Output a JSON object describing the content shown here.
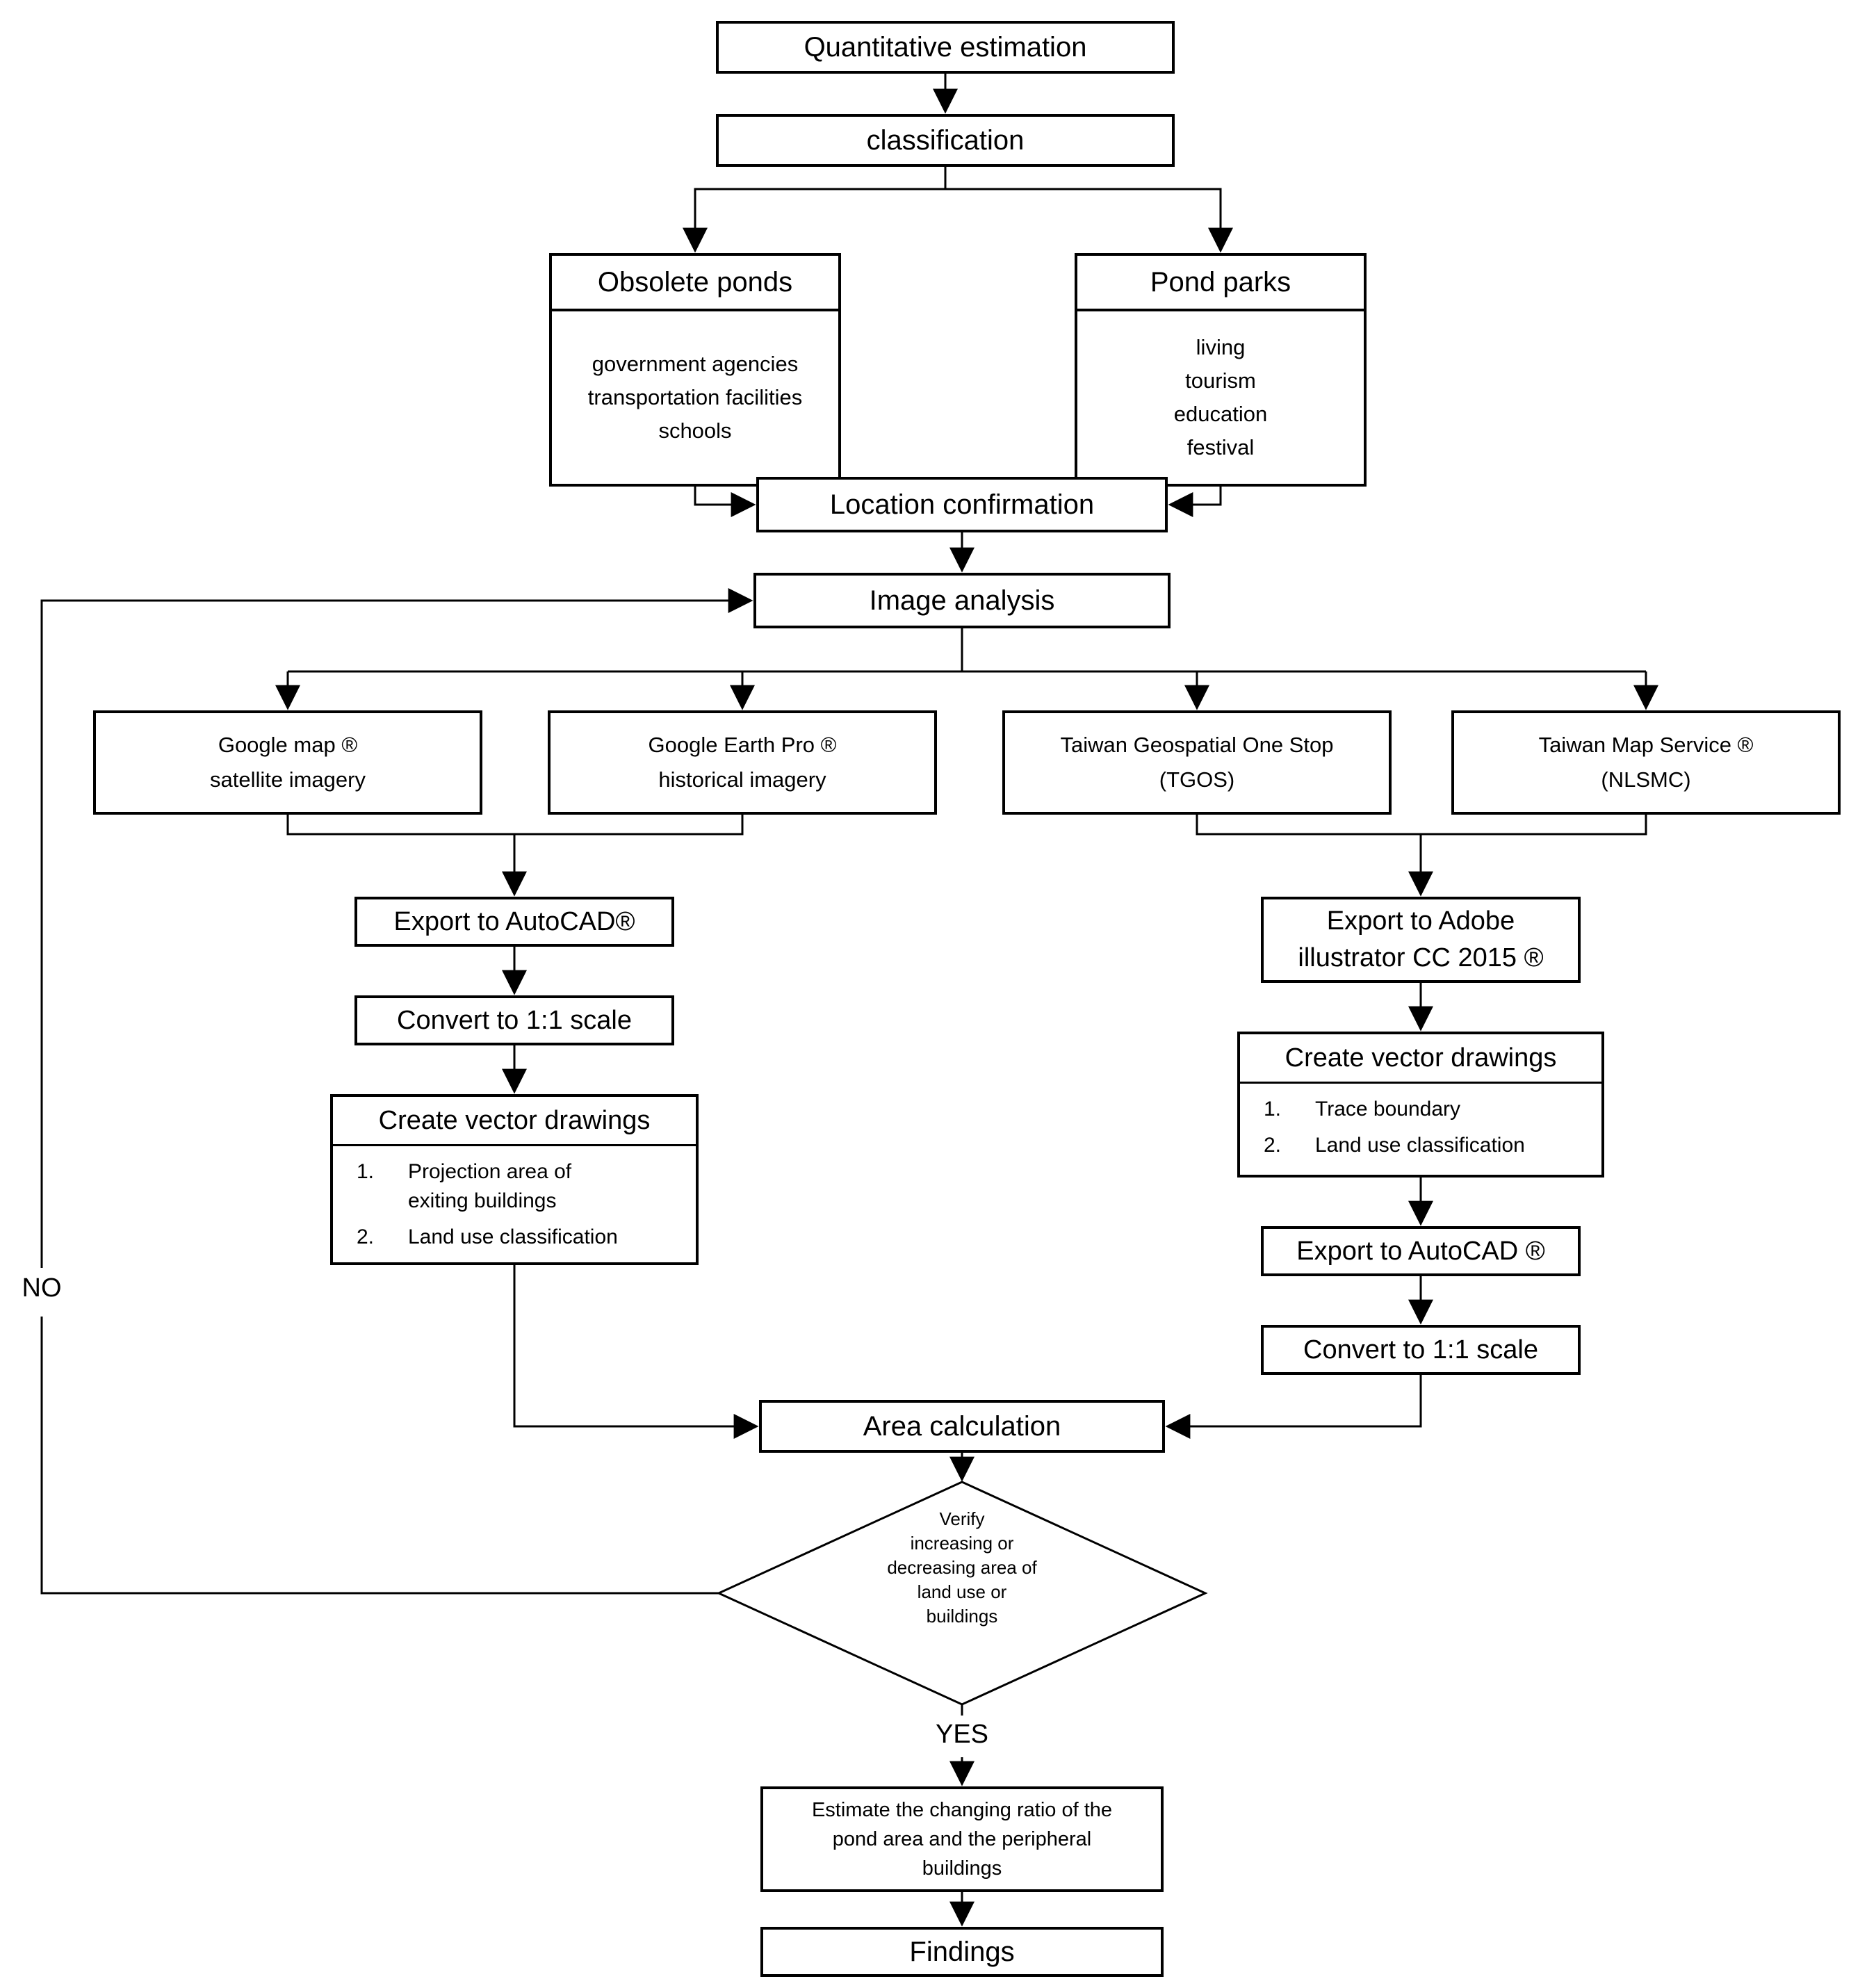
{
  "page": {
    "background": "#ffffff",
    "line_color": "#000000",
    "text_color": "#000000"
  },
  "flowchart": {
    "nodes": {
      "quantitative_estimation": {
        "label": "Quantitative estimation"
      },
      "classification": {
        "label": "classification"
      },
      "obsolete_ponds": {
        "title": "Obsolete ponds",
        "items": [
          "government agencies",
          "transportation facilities",
          "schools"
        ]
      },
      "pond_parks": {
        "title": "Pond parks",
        "items": [
          "living",
          "tourism",
          "education",
          "festival"
        ]
      },
      "location_confirmation": {
        "label": "Location confirmation"
      },
      "image_analysis": {
        "label": "Image analysis"
      },
      "google_map": {
        "lines": [
          "Google map ®",
          "satellite imagery"
        ]
      },
      "google_earth_pro": {
        "lines": [
          "Google Earth Pro ®",
          "historical imagery"
        ]
      },
      "tgos": {
        "lines": [
          "Taiwan Geospatial One Stop",
          "(TGOS)"
        ]
      },
      "taiwan_map_service": {
        "lines": [
          "Taiwan Map Service ®",
          "(NLSMC)"
        ]
      },
      "export_autocad_left": {
        "label": "Export to AutoCAD®"
      },
      "convert_scale_left": {
        "label": "Convert to 1:1 scale"
      },
      "create_vector_left": {
        "title": "Create vector drawings",
        "items": [
          {
            "n": "1.",
            "t": "Projection area of exiting buildings"
          },
          {
            "n": "2.",
            "t": "Land use classification"
          }
        ]
      },
      "export_adobe": {
        "lines": [
          "Export to Adobe",
          "illustrator CC 2015 ®"
        ]
      },
      "create_vector_right": {
        "title": "Create vector drawings",
        "items": [
          {
            "n": "1.",
            "t": "Trace boundary"
          },
          {
            "n": "2.",
            "t": "Land use classification"
          }
        ]
      },
      "export_autocad_right": {
        "label": "Export to AutoCAD ®"
      },
      "convert_scale_right": {
        "label": "Convert to 1:1 scale"
      },
      "area_calculation": {
        "label": "Area calculation"
      },
      "verify_decision": {
        "lines": [
          "Verify",
          "increasing  or",
          "decreasing  area of",
          "land use or",
          "buildings"
        ]
      },
      "estimate_ratio": {
        "lines": [
          "Estimate  the  changing  ratio  of  the",
          "pond  area  and  the  peripheral",
          "buildings"
        ]
      },
      "findings": {
        "label": "Findings"
      }
    },
    "edge_labels": {
      "yes": "YES",
      "no": "NO"
    }
  }
}
